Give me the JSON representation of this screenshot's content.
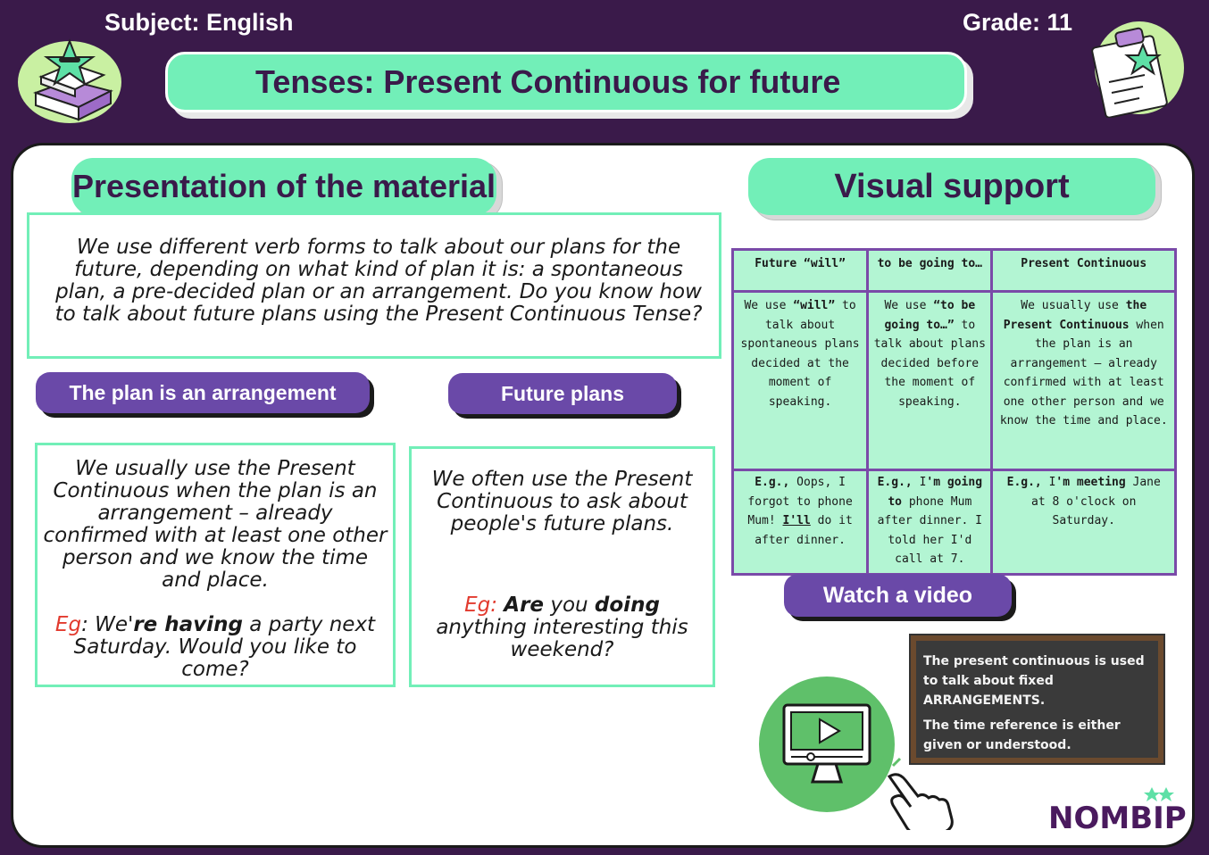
{
  "header": {
    "subject": "Subject: English",
    "grade": "Grade: 11",
    "title": "Tenses: Present Continuous for future"
  },
  "presentation": {
    "heading": "Presentation of the material",
    "intro": "We use different verb forms to talk about our plans for the future, depending on what kind of plan it is: a spontaneous plan, a pre-decided plan or an arrangement. Do you know how to talk about future plans using the Present Continuous Tense?",
    "arrangement": {
      "label": "The plan is an arrangement",
      "text": "We usually use the Present Continuous when the plan is an arrangement – already confirmed with at least one other person and we know the time and place.",
      "eg_label": "Eg",
      "eg_sep": ":  We'",
      "eg_bold": "re having",
      "eg_rest": " a party next Saturday. Would you like to come?"
    },
    "future": {
      "label": "Future plans",
      "text": "We often use the Present Continuous to ask about people's future plans.",
      "eg_label": "Eg:",
      "eg_bold1": "Are",
      "eg_mid": " you ",
      "eg_bold2": "doing",
      "eg_rest": " anything interesting this weekend?"
    }
  },
  "visual": {
    "heading": "Visual support",
    "columns": [
      "Future “will”",
      "to be going to…",
      "Present Continuous"
    ],
    "rule1": {
      "a": "We use ",
      "b": "“will”",
      "c": " to talk about spontaneous plans decided at the moment of speaking."
    },
    "rule2": {
      "a": "We use ",
      "b": "“to be going to…”",
      "c": " to talk about plans decided before the moment of speaking."
    },
    "rule3": {
      "a": "We usually use ",
      "b": "the Present Continuous",
      "c": " when the plan is an arrangement – already confirmed with at least one other person and we know the time and place."
    },
    "ex1": {
      "a": "E.g.,",
      "b": " Oops, I forgot to phone Mum! ",
      "c": "I'll",
      "d": " do it after dinner."
    },
    "ex2": {
      "a": "E.g.,",
      "b": " I",
      "c": "'m going to",
      "d": " phone Mum after dinner. I told her I'd call at 7."
    },
    "ex3": {
      "a": "E.g.,",
      "b": " I",
      "c": "'m meeting",
      "d": " Jane at 8 o'clock on Saturday."
    },
    "video_label": "Watch a video",
    "chalk1": "The present continuous is used to talk about fixed ARRANGEMENTS.",
    "chalk2": "The time reference is either given or understood."
  },
  "brand": {
    "logo_text": "NOMBIP"
  },
  "colors": {
    "purple": "#3a1a4a",
    "mint": "#72efb8",
    "pill": "#6a49a8",
    "eg": "#e23a2e"
  }
}
